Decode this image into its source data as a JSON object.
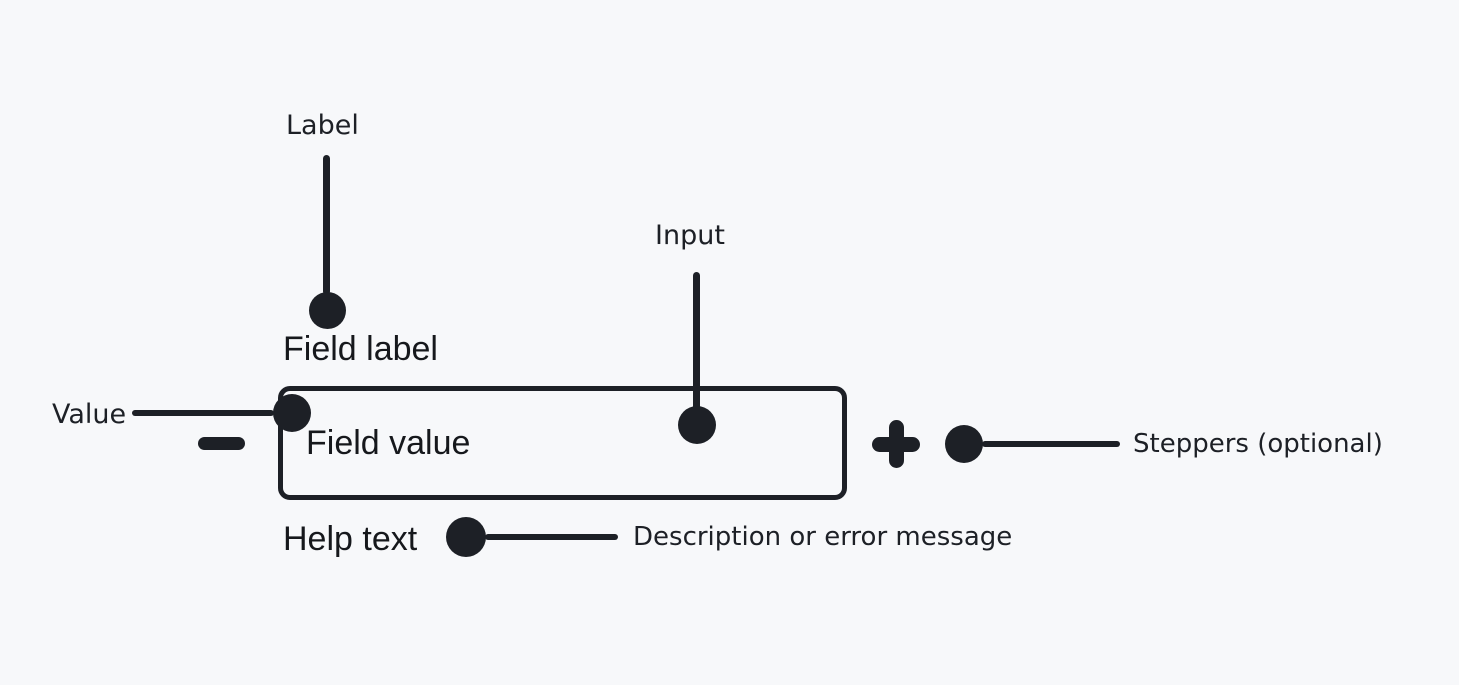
{
  "colors": {
    "background": "#f7f8fa",
    "ink": "#1d2026"
  },
  "diagram": {
    "annotations": {
      "label": "Label",
      "input": "Input",
      "value": "Value",
      "steppers": "Steppers (optional)",
      "help": "Description or error message"
    },
    "component": {
      "field_label": "Field label",
      "field_value": "Field value",
      "help_text": "Help text"
    },
    "icons": {
      "decrement": "minus-icon",
      "increment": "plus-icon"
    }
  }
}
